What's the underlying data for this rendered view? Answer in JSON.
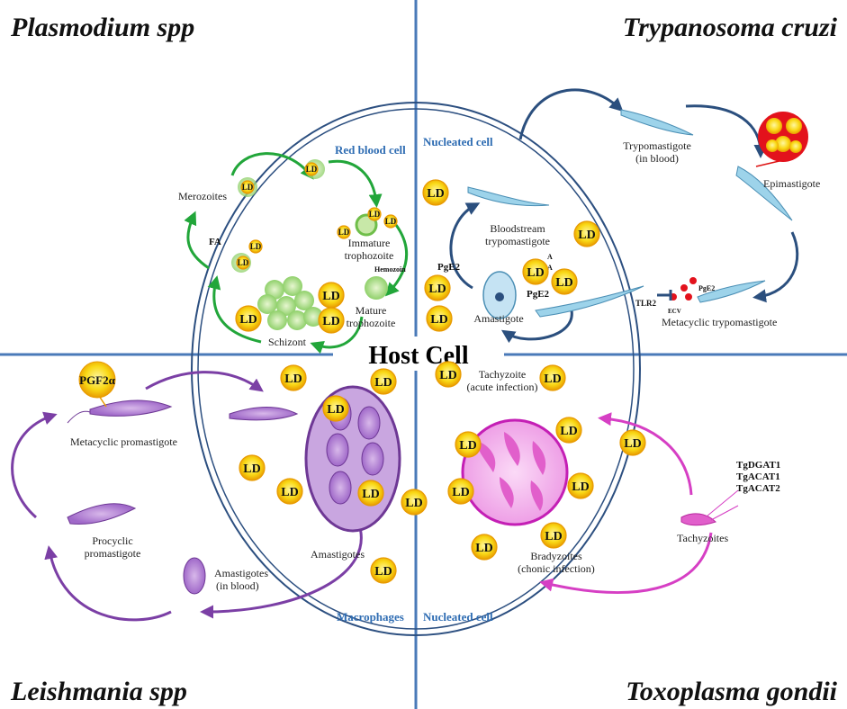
{
  "quadrants": {
    "top_left": "Plasmodium spp",
    "top_right": "Trypanosoma cruzi",
    "bottom_left": "Leishmania spp",
    "bottom_right": "Toxoplasma gondii"
  },
  "center_title": "Host Cell",
  "cell_types": {
    "red_blood_cell": "Red blood cell",
    "nucleated_cell_top": "Nucleated cell",
    "macrophages": "Macrophages",
    "nucleated_cell_bottom": "Nucleated cell"
  },
  "ld": "LD",
  "plasmodium": {
    "merozoites": "Merozoites",
    "fa": "FA",
    "immature_trophozoite": [
      "Immature",
      "trophozoite"
    ],
    "hemozoin": "Hemozoin",
    "mature_trophozoite": [
      "Mature",
      "trophozoite"
    ],
    "schizont": "Schizont"
  },
  "trypanosoma": {
    "trypomastigote_blood": [
      "Trypomastigote",
      "(in blood)"
    ],
    "epimastigote": "Epimastigote",
    "bloodstream_trypomastigote": [
      "Bloodstream",
      "trypomastigote"
    ],
    "pge2": "PgE2",
    "aa": [
      "A",
      "A"
    ],
    "amastigote": "Amastigote",
    "tlr2": "TLR2",
    "ecv": "ECV",
    "metacyclic_trypomastigote": "Metacyclic trypomastigote"
  },
  "leishmania": {
    "pgf2a": "PGF2α",
    "metacyclic_promastigote": "Metacyclic promastigote",
    "procyclic_promastigote": [
      "Procyclic",
      "promastigote"
    ],
    "amastigotes": "Amastigotes",
    "amastigotes_blood": [
      "Amastigotes",
      "(in blood)"
    ]
  },
  "toxoplasma": {
    "tachyzoite_acute": [
      "Tachyzoite",
      "(acute infection)"
    ],
    "enzymes": [
      "TgDGAT1",
      "TgACAT1",
      "TgACAT2"
    ],
    "tachyzoites": "Tachyzoites",
    "bradyzoites": [
      "Bradyzoites",
      "(chonic infection)"
    ]
  },
  "colors": {
    "divider": "#4a7ab8",
    "cell_outline": "#2c4f80",
    "cell_label": "#2f6db3",
    "plasmodium_arrow": "#22a63a",
    "trypanosoma_arrow": "#2b4f7e",
    "leishmania_arrow": "#7b3fa5",
    "toxoplasma_arrow": "#d63fc4",
    "lipid_droplet": "#f7d71d",
    "lipid_droplet_rim": "#e89a00"
  }
}
